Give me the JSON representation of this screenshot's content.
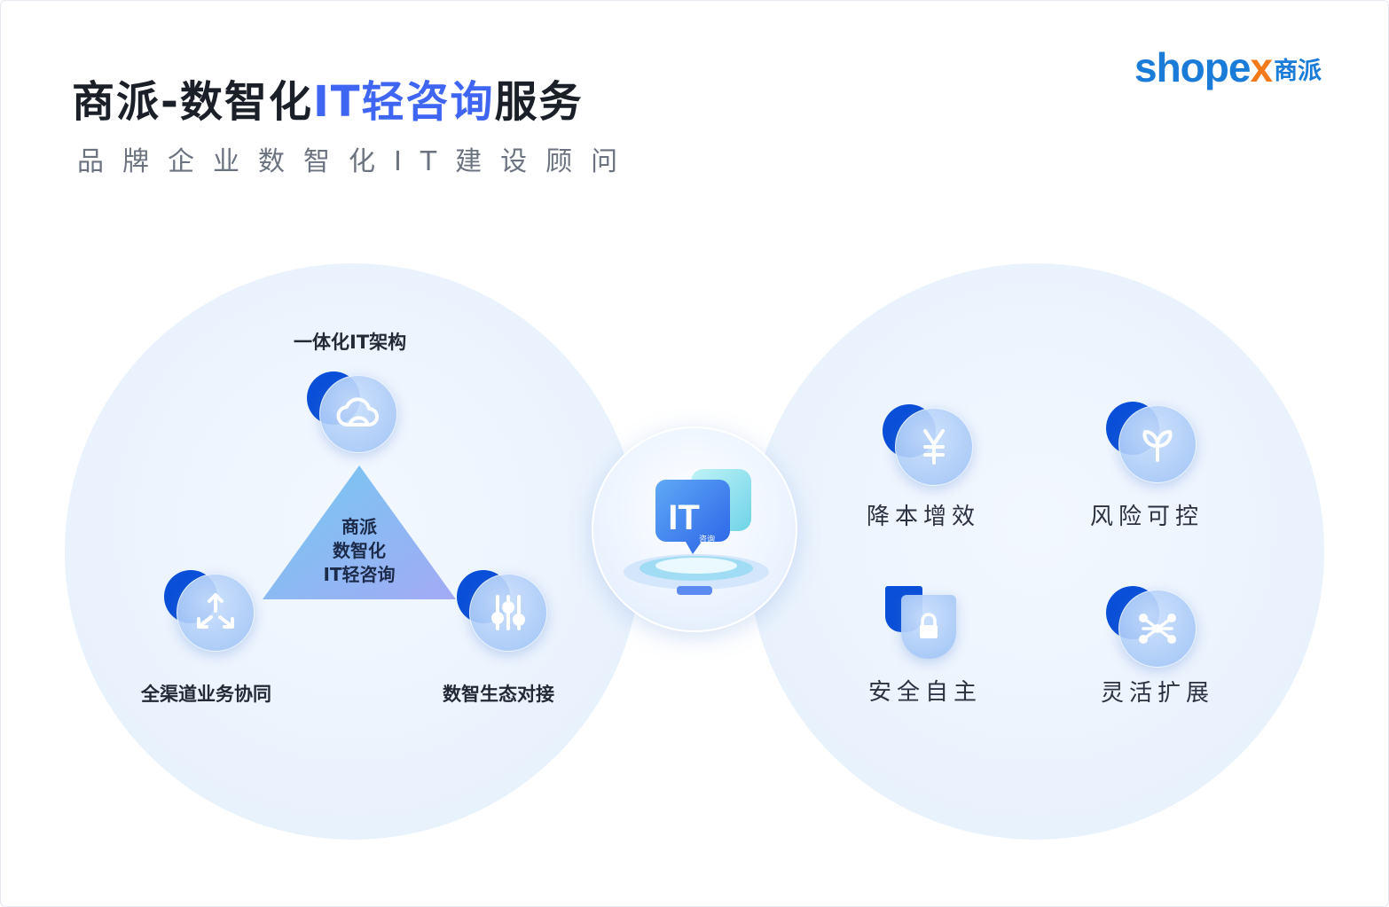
{
  "header": {
    "title_prefix": "商派-数智化",
    "title_highlight": "IT轻咨询",
    "title_suffix": "服务",
    "subtitle": "品牌企业数智化IT建设顾问"
  },
  "logo": {
    "word_a": "shope",
    "word_x": "x",
    "cn": "商派",
    "colors": {
      "blue": "#1a7bd8",
      "orange": "#f27a1a"
    }
  },
  "left_group": {
    "center": [
      "商派",
      "数智化",
      "IT轻咨询"
    ],
    "nodes": [
      {
        "label": "一体化IT架构",
        "icon": "cloud-icon"
      },
      {
        "label": "全渠道业务协同",
        "icon": "arrows-expand-icon"
      },
      {
        "label": "数智生态对接",
        "icon": "sliders-icon"
      }
    ]
  },
  "hub": {
    "badge_main": "IT",
    "badge_sub": "咨询"
  },
  "right_group": {
    "items": [
      {
        "label": "降本增效",
        "icon": "yuan-icon"
      },
      {
        "label": "风险可控",
        "icon": "sprout-icon"
      },
      {
        "label": "安全自主",
        "icon": "lock-shield-icon"
      },
      {
        "label": "灵活扩展",
        "icon": "network-icon"
      }
    ]
  },
  "colors": {
    "accent": "#3f66f3",
    "node_dark": "#0a4fd8",
    "circle_bg": "#eaf3fd"
  }
}
